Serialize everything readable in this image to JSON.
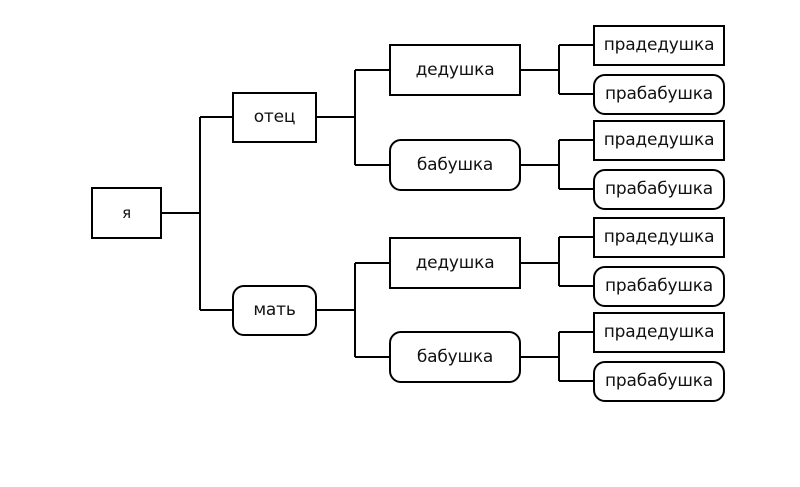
{
  "tree": {
    "me": {
      "label": "я"
    },
    "father": {
      "label": "отец",
      "grandfather": {
        "label": "дедушка",
        "great": [
          "прадедушка",
          "прабабушка"
        ]
      },
      "grandmother": {
        "label": "бабушка",
        "great": [
          "прадедушка",
          "прабабушка"
        ]
      }
    },
    "mother": {
      "label": "мать",
      "grandfather": {
        "label": "дедушка",
        "great": [
          "прадедушка",
          "прабабушка"
        ]
      },
      "grandmother": {
        "label": "бабушка",
        "great": [
          "прадедушка",
          "прабабушка"
        ]
      }
    }
  },
  "colors": {
    "stroke": "#000000",
    "background": "#ffffff",
    "text": "#111111"
  }
}
